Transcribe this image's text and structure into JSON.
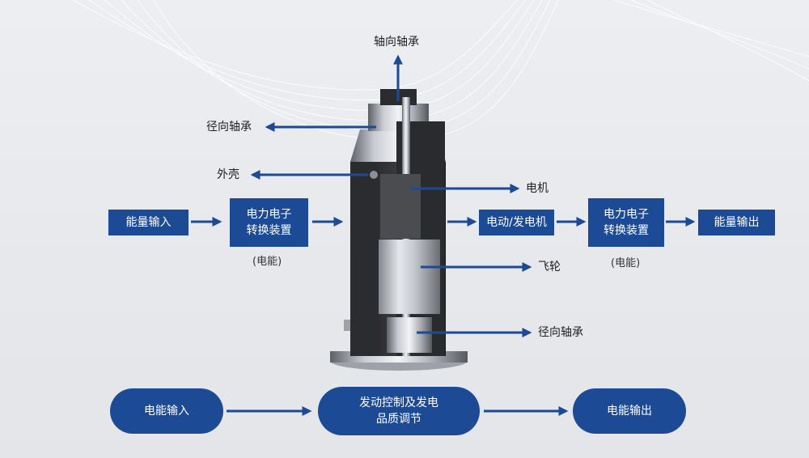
{
  "labels": {
    "axial_bearing": "轴向轴承",
    "radial_bearing_top": "径向轴承",
    "housing": "外壳",
    "motor": "电机",
    "flywheel": "飞轮",
    "radial_bearing_bottom": "径向轴承"
  },
  "flow_top": {
    "energy_input": "能量输入",
    "converter_left_line1": "电力电子",
    "converter_left_line2": "转换装置",
    "converter_left_sub": "(电能)",
    "motor_generator": "电动/发电机",
    "converter_right_line1": "电力电子",
    "converter_right_line2": "转换装置",
    "converter_right_sub": "(电能)",
    "energy_output": "能量输出"
  },
  "flow_bottom": {
    "electric_input": "电能输入",
    "control_line1": "发动控制及发电",
    "control_line2": "品质调节",
    "electric_output": "电能输出"
  },
  "colors": {
    "box": "#1c4a94",
    "arrow": "#1c4a94"
  }
}
